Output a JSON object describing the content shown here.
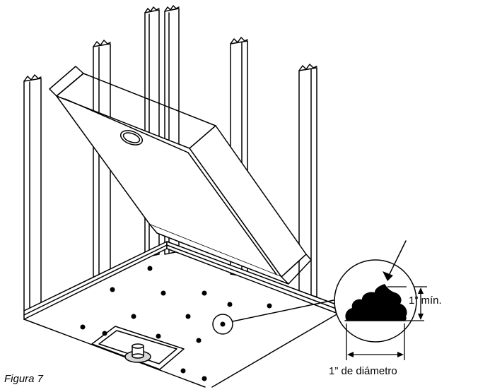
{
  "figure": {
    "caption": "Figura 7",
    "height_label": "1” mín.",
    "diameter_label": "1” de diámetro"
  },
  "colors": {
    "ink": "#000000",
    "paper": "#ffffff"
  },
  "icons": {
    "adhesive": "adhesive-dollop-icon",
    "drain": "drain-icon",
    "arrow": "arrow-down-icon"
  }
}
